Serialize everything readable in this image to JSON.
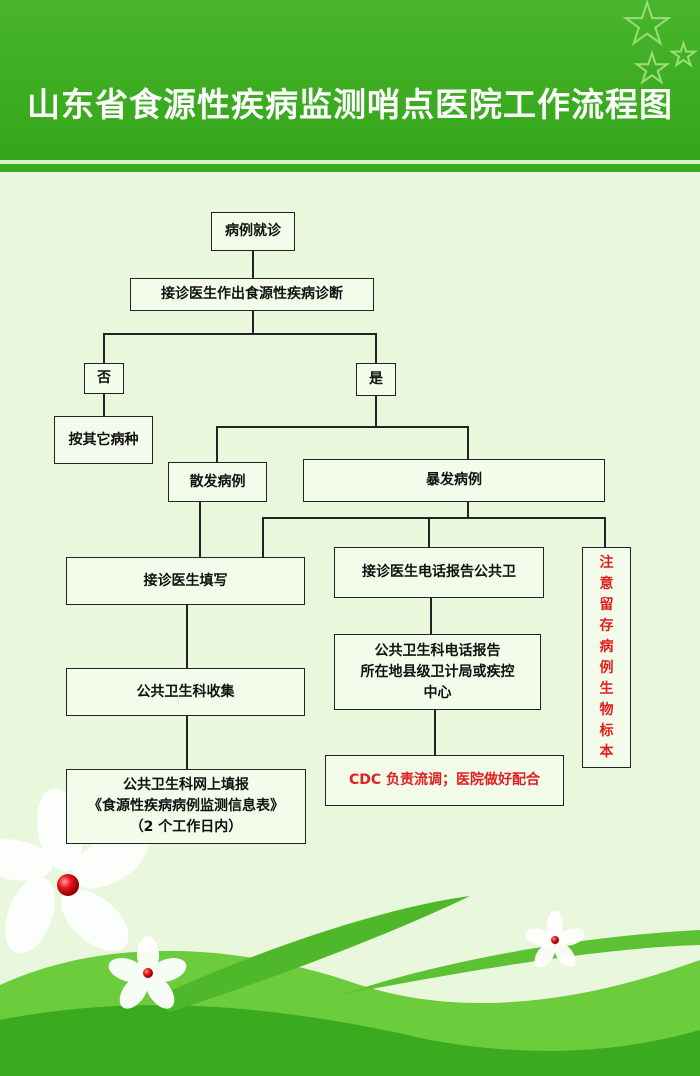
{
  "title": "山东省食源性疾病监测哨点医院工作流程图",
  "colors": {
    "header_green": "#3aaa1f",
    "background": "#e9f7dc",
    "highlight_red": "#e02020"
  },
  "flow": {
    "visit": "病例就诊",
    "diagnosis": "接诊医生作出食源性疾病诊断",
    "no": "否",
    "yes": "是",
    "other_disease": "按其它病种",
    "sporadic": "散发病例",
    "outbreak": "暴发病例",
    "doctor_fill": "接诊医生填写",
    "doctor_phone": "接诊医生电话报告公共卫",
    "note": [
      "注",
      "意",
      "留",
      "存",
      "病",
      "例",
      "生",
      "物",
      "标",
      "本"
    ],
    "ph_collect": "公共卫生科收集",
    "ph_phone": [
      "公共卫生科电话报告",
      "所在地县级卫计局或疾控",
      "中心"
    ],
    "ph_online": [
      "公共卫生科网上填报",
      "《食源性疾病病例监测信息表》",
      "（2 个工作日内）"
    ],
    "cdc": "CDC 负责流调；医院做好配合"
  }
}
